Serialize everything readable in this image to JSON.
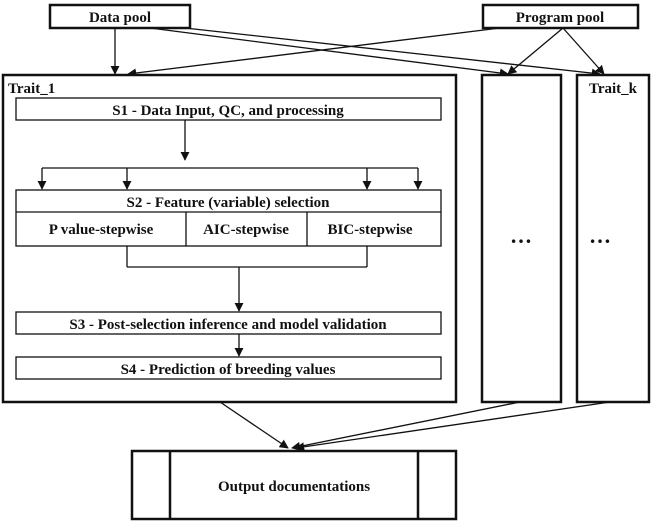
{
  "pools": {
    "data": "Data pool",
    "program": "Program pool"
  },
  "traits": {
    "first": "Trait_1",
    "last": "Trait_k",
    "ellipsis": "…"
  },
  "steps": {
    "s1": "S1 - Data Input, QC, and processing",
    "s2": "S2 - Feature (variable) selection",
    "s3": "S3 - Post-selection inference and model validation",
    "s4": "S4 - Prediction of breeding values"
  },
  "methods": [
    "P value-stepwise",
    "AIC-stepwise",
    "BIC-stepwise"
  ],
  "output": "Output documentations"
}
